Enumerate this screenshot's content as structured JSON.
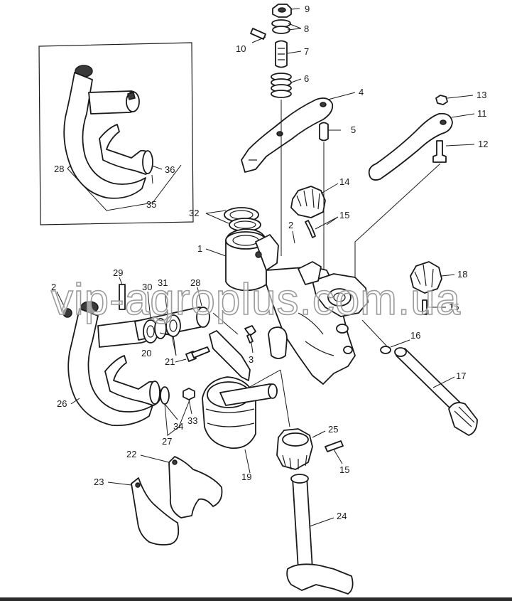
{
  "watermark": "vip-agroplus.com.ua",
  "callouts": {
    "n1": "1",
    "n2": "2",
    "n3": "3",
    "n4": "4",
    "n5": "5",
    "n6": "6",
    "n7": "7",
    "n8": "8",
    "n9": "9",
    "n10": "10",
    "n11": "11",
    "n12": "12",
    "n13": "13",
    "n14": "14",
    "n15": "15",
    "n16": "16",
    "n17": "17",
    "n18": "18",
    "n19": "19",
    "n20": "20",
    "n21": "21",
    "n22": "22",
    "n23": "23",
    "n24": "24",
    "n25": "25",
    "n26": "26",
    "n27": "27",
    "n28": "28",
    "n29": "29",
    "n30": "30",
    "n31": "31",
    "n32": "32",
    "n33": "33",
    "n34": "34",
    "n35": "35",
    "n36": "36"
  },
  "colors": {
    "line": "#1a1a1a",
    "background": "#ffffff",
    "watermark_outline": "#9a9a9a"
  }
}
